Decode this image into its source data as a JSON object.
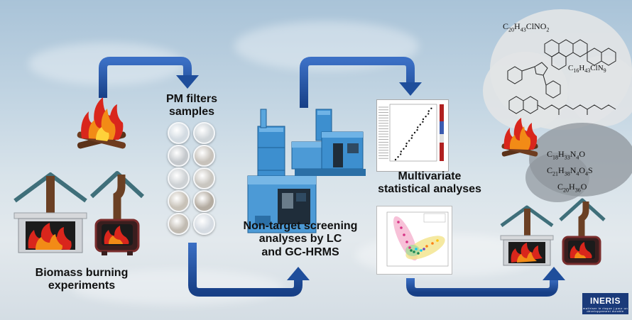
{
  "labels": {
    "pm_filters": "PM filters\nsamples",
    "biomass": "Biomass burning\nexperiments",
    "nontarget": "Non-target screening\nanalyses by LC\nand GC-HRMS",
    "multivariate": "Multivariate\nstatistical analyses"
  },
  "formulas": {
    "f1": "C20H43ClNO2",
    "f2": "C16H43ClN9",
    "f3": "C18H33N4O",
    "f4": "C21H38N4O4S",
    "f5": "C20H36O"
  },
  "logo": {
    "name": "INERIS",
    "tagline": "maîtriser le risque | pour un développement durable"
  },
  "dish_colors": [
    "#d3dbe2",
    "#cfd5d9",
    "#c4c8cc",
    "#c7c2bb",
    "#cdd1d4",
    "#c9c6c0",
    "#c8c2b8",
    "#b4aca1",
    "#c1bbb2",
    "#d5dbe2"
  ],
  "colors": {
    "arrow": "#1f4e9b",
    "fire_red": "#d9261c",
    "fire_orange": "#f28b16",
    "instrument_blue": "#3d8fcf",
    "roof": "#3f6f7a"
  },
  "icons": [
    "campfire-icon",
    "fireplace-icon",
    "wood-stove-icon",
    "lc-instrument-icon",
    "gc-instrument-icon",
    "heatmap-plot-icon",
    "scatter-plot-icon",
    "molecule-structure-icon"
  ]
}
